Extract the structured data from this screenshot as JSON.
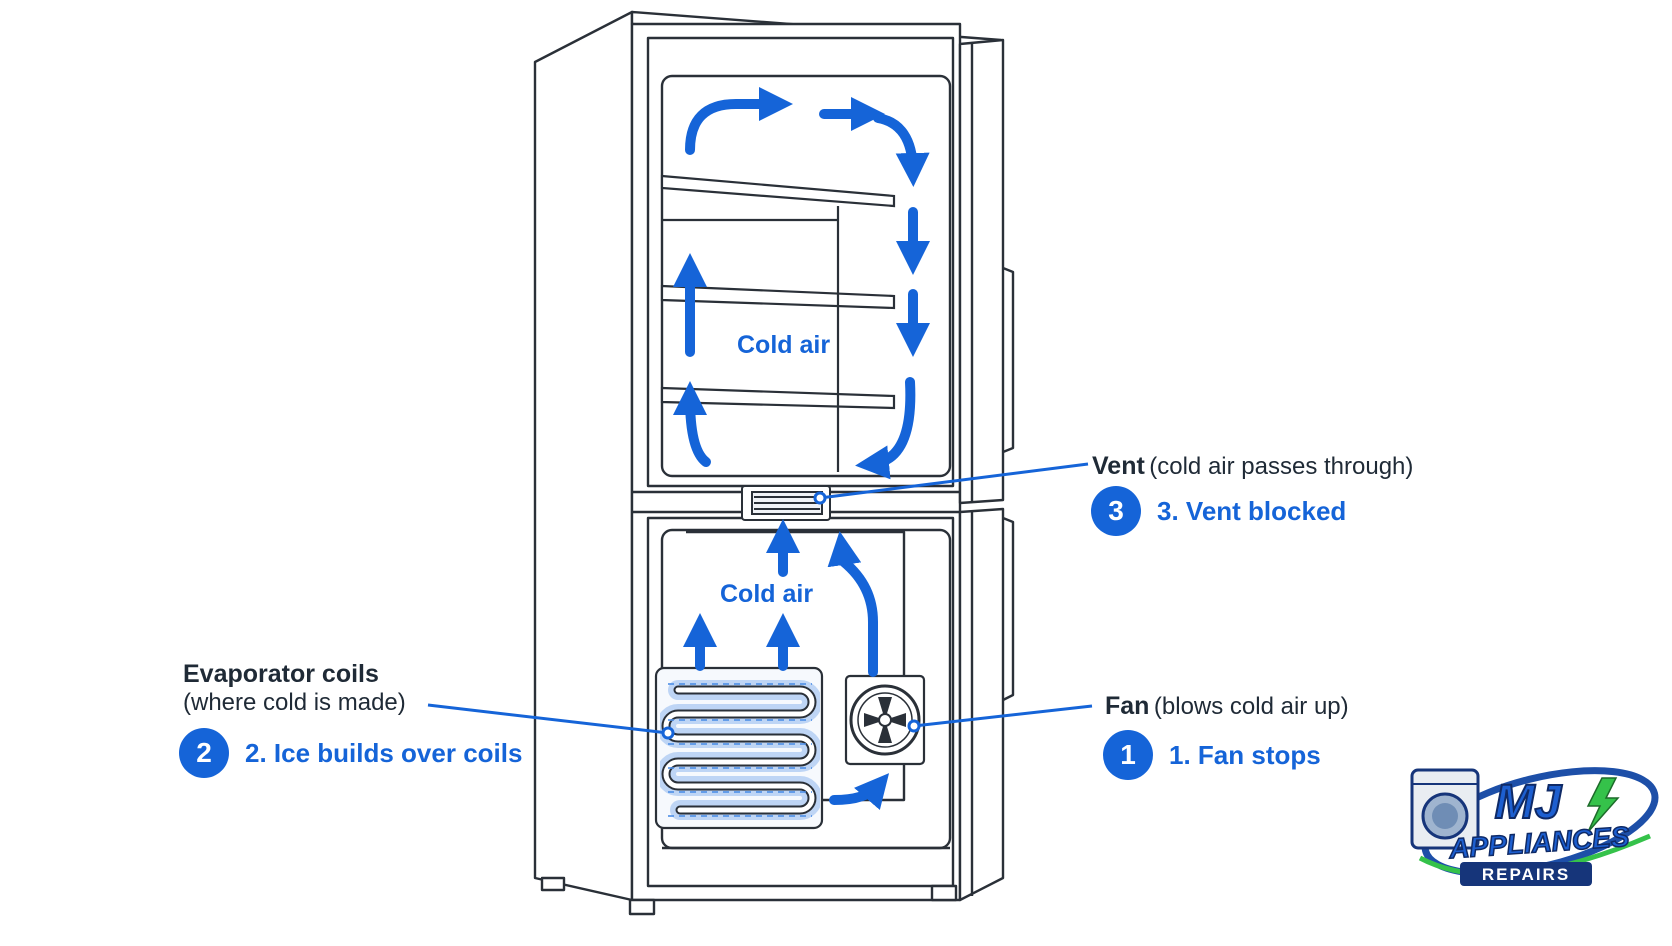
{
  "diagram": {
    "labels": {
      "cold_air_upper": "Cold air",
      "cold_air_lower": "Cold air",
      "vent_title": "Vent",
      "vent_desc": "(cold air passes through)",
      "evap_title": "Evaporator coils",
      "evap_desc": "(where cold is made)",
      "fan_title": "Fan",
      "fan_desc": "(blows cold air up)"
    },
    "steps": [
      {
        "number": "3",
        "text": "3. Vent blocked"
      },
      {
        "number": "2",
        "text": "2. Ice builds over coils"
      },
      {
        "number": "1",
        "text": "1. Fan stops"
      }
    ]
  },
  "logo": {
    "line1": "MJ",
    "line2": "APPLIANCES",
    "line3": "REPAIRS"
  },
  "colors": {
    "accent_blue": "#1564d8",
    "line_dark": "#2a3038",
    "text_dark": "#1f2a36",
    "logo_navy": "#16357a",
    "logo_green": "#35c24a"
  }
}
